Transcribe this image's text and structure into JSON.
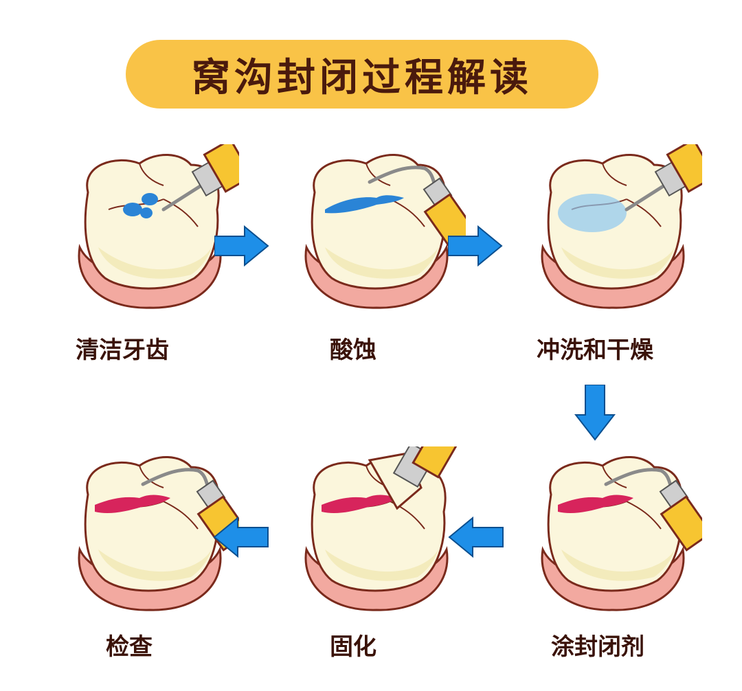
{
  "title": "窝沟封闭过程解读",
  "colors": {
    "title_bg": "#f9c347",
    "title_text": "#4a1a0d",
    "arrow": "#1e8fe8",
    "tooth": "#fbf6dc",
    "gum": "#f2a9a0",
    "handle": "#f7c531",
    "etch": "#2a84d6",
    "sealant": "#d7245c"
  },
  "steps": [
    {
      "label": "清洁牙齿",
      "tool_icon": "probe-icon"
    },
    {
      "label": "酸蚀",
      "tool_icon": "applicator-icon"
    },
    {
      "label": "冲洗和干燥",
      "tool_icon": "air-spray-icon"
    },
    {
      "label": "涂封闭剂",
      "tool_icon": "applicator-icon"
    },
    {
      "label": "固化",
      "tool_icon": "curing-light-icon"
    },
    {
      "label": "检查",
      "tool_icon": "probe-icon"
    }
  ]
}
